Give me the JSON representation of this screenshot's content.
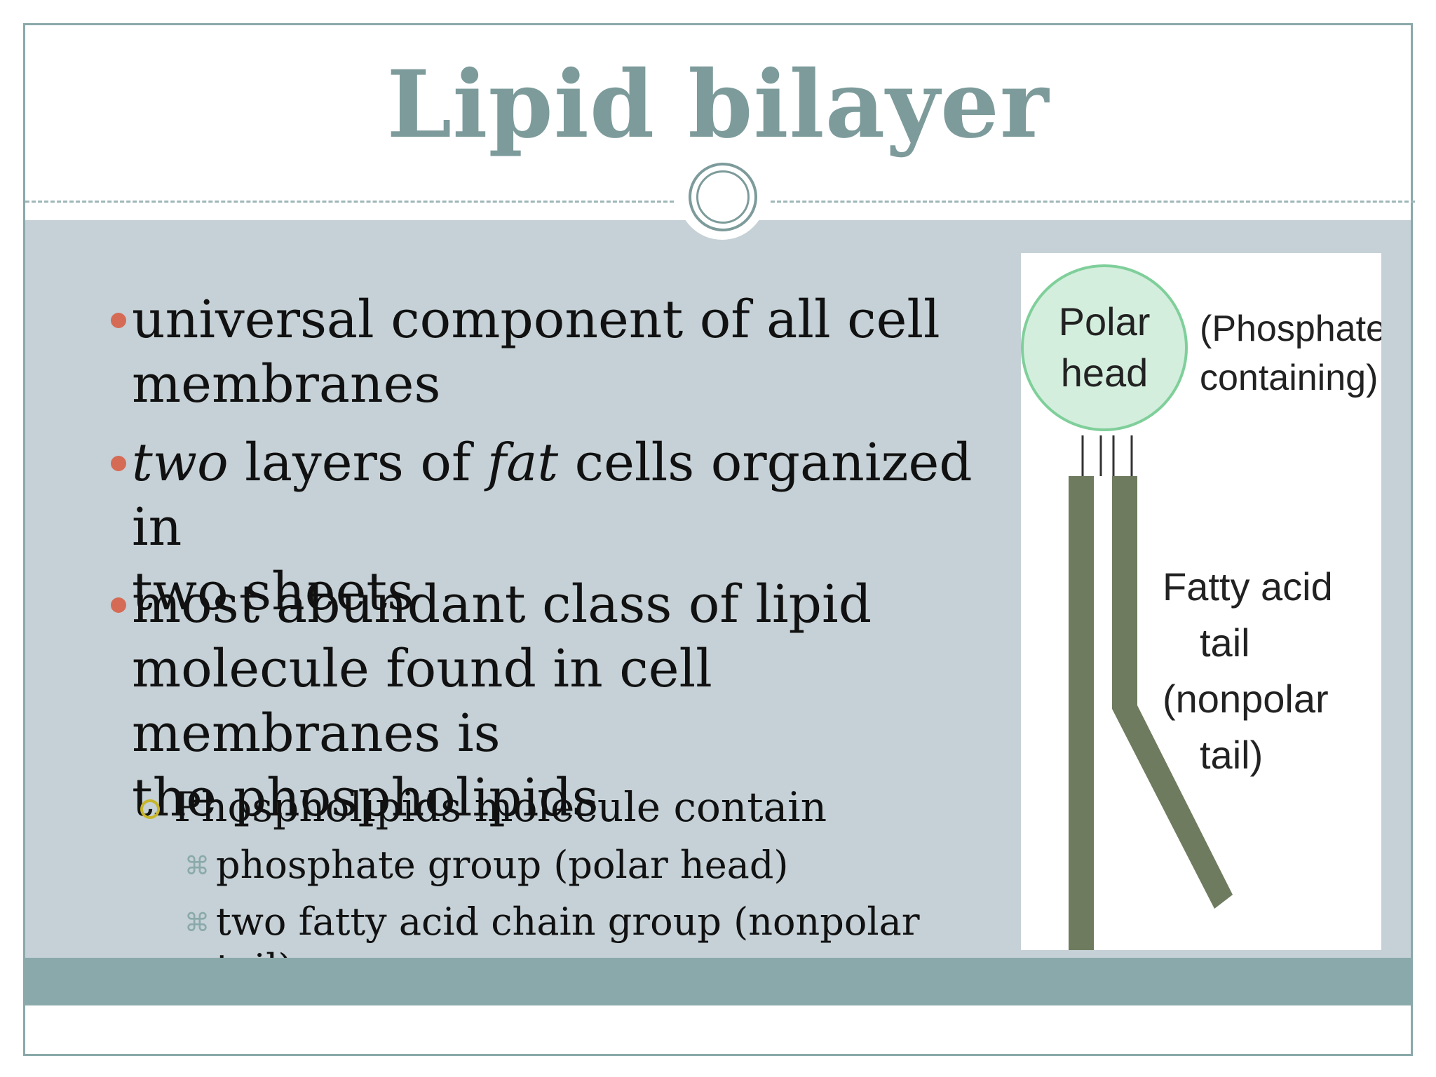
{
  "slide": {
    "title": "Lipid bilayer",
    "bullets": [
      {
        "lines": [
          "universal component of all cell",
          "membranes"
        ]
      },
      {
        "lines": [
          "two layers of fat cells organized in",
          "two sheets"
        ],
        "italic_words": [
          "two",
          "fat"
        ]
      },
      {
        "lines": [
          "most abundant class of lipid",
          "molecule found in cell membranes is",
          "the phospholipids"
        ]
      }
    ],
    "sub_bullet": "Phospholipids molecule contain",
    "sub_sub_bullets": [
      "phosphate group (polar head)",
      "two fatty acid chain group (nonpolar tail)."
    ]
  },
  "diagram": {
    "head_label_1": "Polar",
    "head_label_2": "head",
    "phosphate_label_1": "(Phosphate-",
    "phosphate_label_2": "containing)",
    "tail_label_1": "Fatty acid",
    "tail_label_2": "tail",
    "tail_label_3": "(nonpolar",
    "tail_label_4": "tail)"
  },
  "colors": {
    "title": "#7d9b9b",
    "content_bg": "#c5d1d6",
    "footer": "#8aa9aa",
    "bullet_dot": "#d66b55",
    "sub_ring": "#c7b52a",
    "head_fill": "#d4eedd",
    "head_stroke": "#7fcf9a",
    "tail": "#6e7b5f"
  }
}
